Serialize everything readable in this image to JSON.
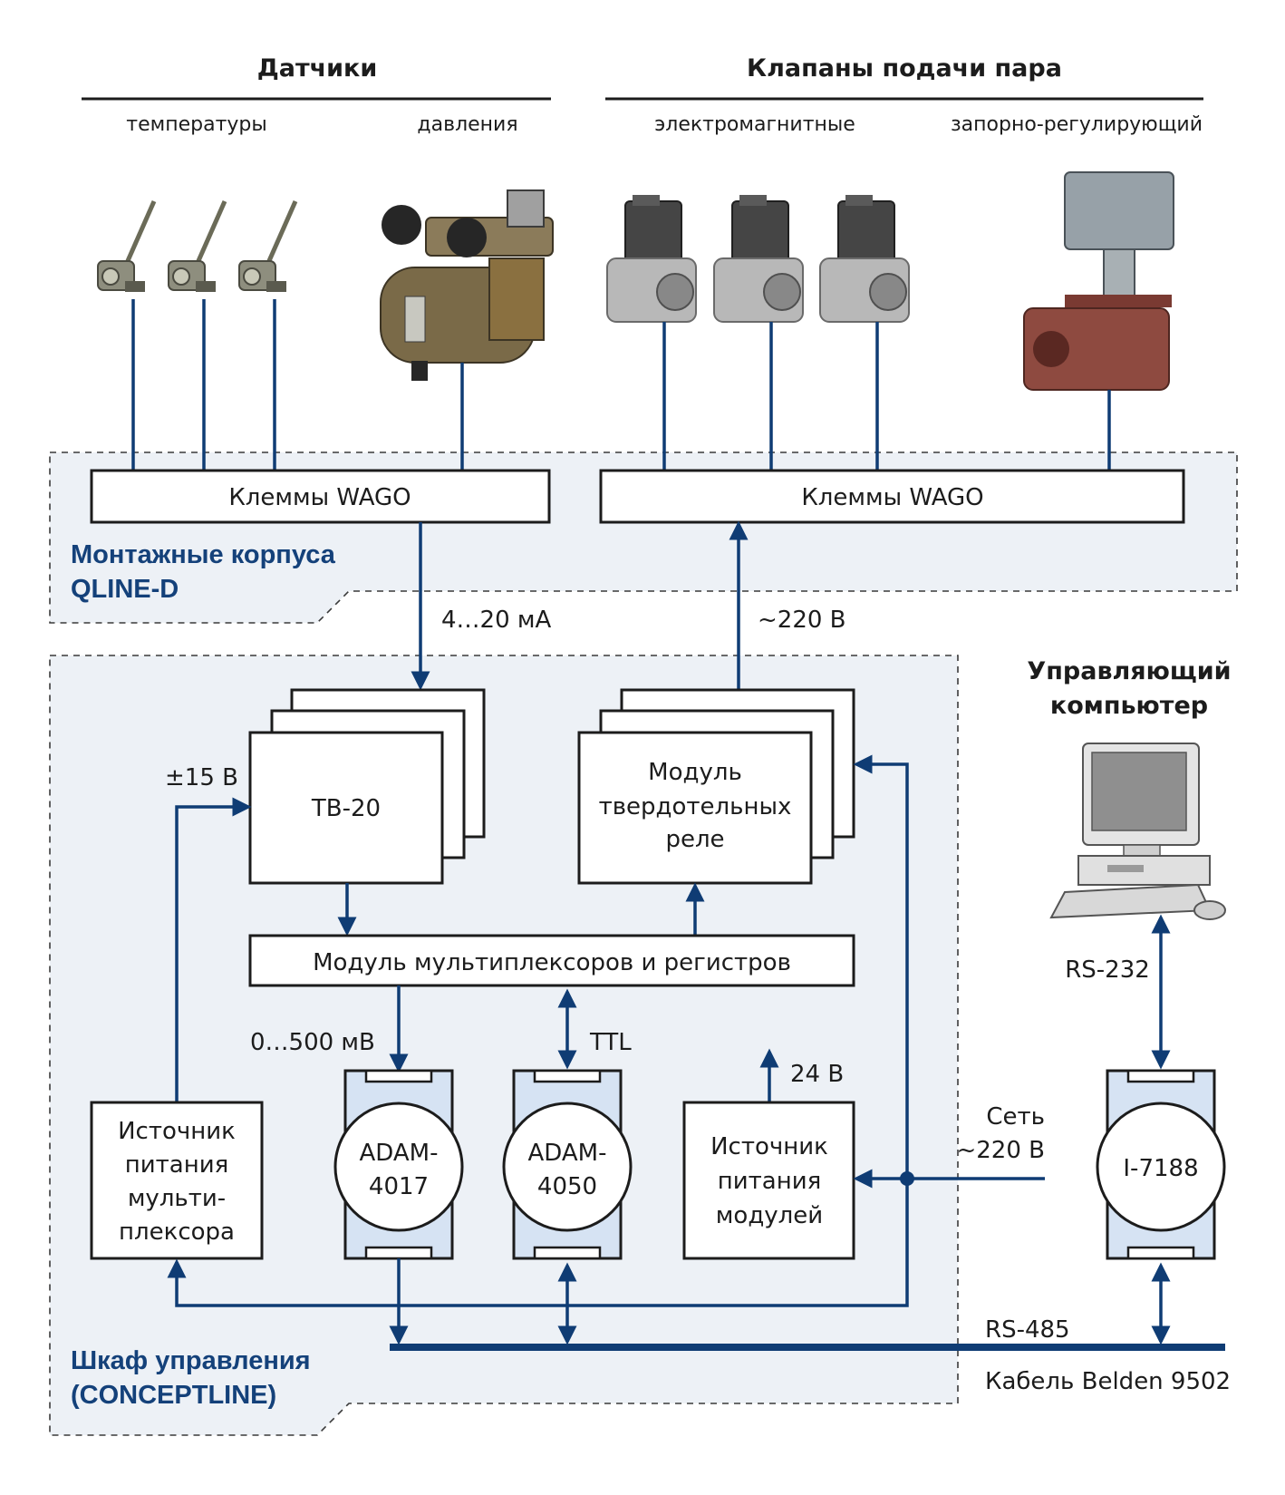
{
  "headers": {
    "sensors": "Датчики",
    "valves": "Клапаны подачи пара"
  },
  "subheaders": {
    "temperature": "температуры",
    "pressure": "давления",
    "solenoid": "электромагнитные",
    "control_valve": "запорно-регулирующий"
  },
  "zones": {
    "mounting_line1": "Монтажные корпуса",
    "mounting_line2": "QLINE-D",
    "cabinet_line1": "Шкаф управления",
    "cabinet_line2": "(CONCEPTLINE)"
  },
  "terminals": {
    "left": "Клеммы WAGO",
    "right": "Клеммы WAGO"
  },
  "signals": {
    "current": "4…20 мА",
    "ac_out": "~220 В",
    "pm15": "±15 В",
    "mv": "0…500 мВ",
    "ttl": "TTL",
    "v24": "24 В",
    "net_line1": "Сеть",
    "net_line2": "~220 В",
    "rs232": "RS-232",
    "rs485": "RS-485",
    "cable": "Кабель Belden 9502"
  },
  "blocks": {
    "tb20": "ТВ-20",
    "relay_line1": "Модуль",
    "relay_line2": "твердотельных",
    "relay_line3": "реле",
    "mux": "Модуль мультиплексоров и регистров",
    "mux_psu_line1": "Источник",
    "mux_psu_line2": "питания",
    "mux_psu_line3": "мульти-",
    "mux_psu_line4": "плексора",
    "mod_psu_line1": "Источник",
    "mod_psu_line2": "питания",
    "mod_psu_line3": "модулей",
    "adam4017_line1": "ADAM-",
    "adam4017_line2": "4017",
    "adam4050_line1": "ADAM-",
    "adam4050_line2": "4050",
    "i7188": "I-7188"
  },
  "computer": {
    "line1": "Управляющий",
    "line2": "компьютер"
  },
  "colors": {
    "wire": "#0f3c74",
    "zone_text": "#14417a",
    "zone_fill": "#edf1f6",
    "module_fill": "#d6e3f3"
  }
}
